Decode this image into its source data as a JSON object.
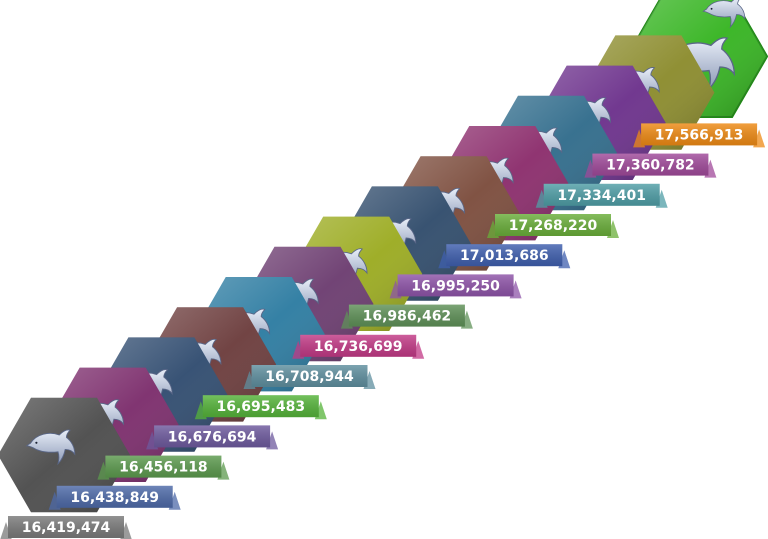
{
  "chart_data": {
    "type": "bar",
    "orientation": "staircase",
    "values": [
      16419474,
      16438849,
      16456118,
      16676694,
      16695483,
      16708944,
      16736699,
      16986462,
      16995250,
      17013686,
      17268220,
      17334401,
      17360782,
      17566913
    ],
    "labels": [
      "16,419,474",
      "16,438,849",
      "16,456,118",
      "16,676,694",
      "16,695,483",
      "16,708,944",
      "16,736,699",
      "16,986,462",
      "16,995,250",
      "17,013,686",
      "17,268,220",
      "17,334,401",
      "17,360,782",
      "17,566,913"
    ],
    "ribbon_colors": [
      "#7a7a7a",
      "#4e6aa8",
      "#5c9a4e",
      "#6e5a9e",
      "#55b33a",
      "#5f8f9f",
      "#c23a86",
      "#5f9158",
      "#8e54a8",
      "#3f5fae",
      "#6aae3a",
      "#4f9ea6",
      "#a04a9a",
      "#ee8a14"
    ],
    "hex_colors": [
      "#4a4a4a",
      "#7a2a6a",
      "#2e4a6e",
      "#6a3a3a",
      "#2a7aa0",
      "#6a3a6e",
      "#9aaa1e",
      "#2e4a6a",
      "#7a4a3a",
      "#8a2a6a",
      "#2e6a8a",
      "#6a2e8a",
      "#8a8a2a",
      "#33b31e"
    ],
    "icon": "dolphin-icon"
  }
}
